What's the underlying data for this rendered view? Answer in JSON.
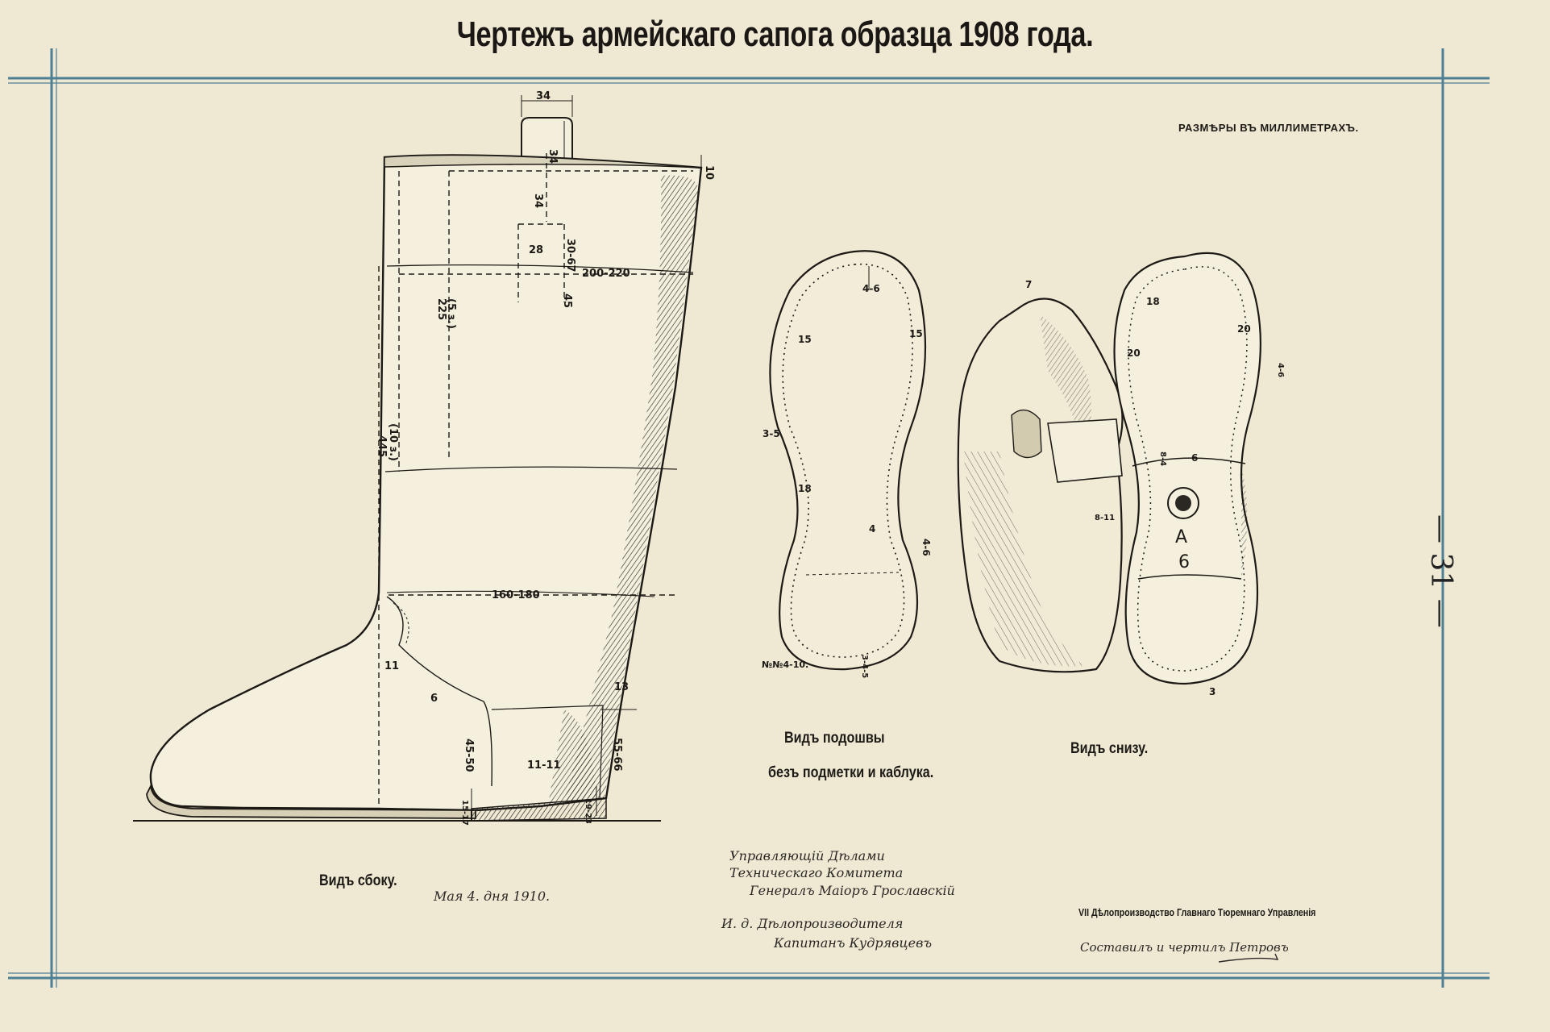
{
  "title": "Чертежъ армейскаго сапога образца 1908 года.",
  "units_note": "РАЗМѢРЫ ВЪ МИЛЛИМЕТРАХЪ.",
  "page_number": "— 31 —",
  "captions": {
    "side_view": "Видъ сбоку.",
    "sole_view_line1": "Видъ подошвы",
    "sole_view_line2": "безъ подметки и каблука.",
    "bottom_view": "Видъ снизу."
  },
  "boot_dimensions": {
    "loop_width": "34",
    "loop_height": "34",
    "top_edge": "10",
    "loop_drop": "34",
    "tab_width": "28",
    "tab_height": "30-67",
    "tab_gap": "45",
    "shaft_width": "200-220",
    "upper_height": "225",
    "upper_note": "(5 з.)",
    "total_height": "445",
    "total_note": "(10 з.)",
    "ankle_width": "160-180",
    "ankle_seam": "11",
    "instep": "6",
    "heel_top": "13",
    "counter_height": "45-50",
    "heel_counter": "11-11",
    "heel_back": "55-66",
    "heel_height": "15-17",
    "heel_base": "19-23"
  },
  "sole_dimensions": {
    "toe": "4-6",
    "left_ball": "15",
    "right_ball": "15",
    "side": "3-5",
    "waist_left": "18",
    "waist_right": "4",
    "waist_width": "4-6",
    "heel_width": "3-4-5",
    "heel_note": "№№4-10."
  },
  "bottom_dimensions": {
    "collar": "7",
    "welt": "8-11",
    "sole_tip": "18",
    "sole_left": "20",
    "sole_right": "20",
    "sole_edge": "4-6",
    "waist_a": "8-4",
    "waist_b": "6",
    "heel_edge": "3",
    "stamp_letter": "А",
    "stamp_number": "6"
  },
  "signatures": {
    "date": "Мая 4. дня 1910.",
    "head_line1": "Управляющій Дѣлами",
    "head_line2": "Техническаго Комитета",
    "head_line3": "Генералъ Маіоръ Грославскій",
    "clerk_line1": "И. д. Дѣлопроизводителя",
    "clerk_line2": "Капитанъ Кудрявцевъ",
    "office": "VII Дѣлопроизводство Главнаго Тюремнаго Управленія",
    "drafter": "Составилъ и чертилъ Петровъ"
  },
  "colors": {
    "paper": "#efe9d4",
    "frame": "#4d7f95",
    "ink": "#1d1a16"
  }
}
